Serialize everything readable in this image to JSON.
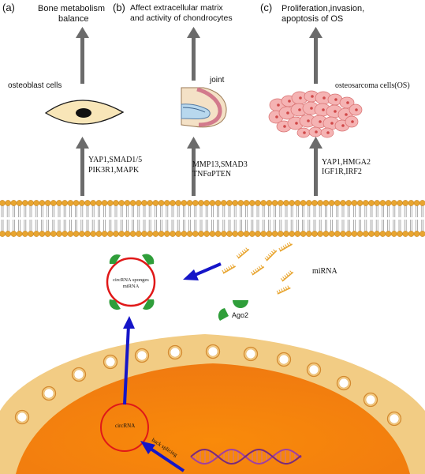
{
  "panels": [
    {
      "letter": "(a)",
      "heading_lines": [
        "Bone metabolism",
        "balance"
      ],
      "cell_label": "osteoblast cells",
      "gene_lines": [
        "YAP1,SMAD1/5",
        "PIK3R1,MAPK"
      ]
    },
    {
      "letter": "(b)",
      "heading_lines": [
        "Affect extracellular matrix",
        "and activity of chondrocytes"
      ],
      "cell_label": "joint",
      "gene_lines": [
        "MMP13,SMAD3",
        "TNFαPTEN"
      ]
    },
    {
      "letter": "(c)",
      "heading_lines": [
        "Proliferation,invasion,",
        "apoptosis of OS"
      ],
      "cell_label": "osteosarcoma cells(OS)",
      "gene_lines": [
        "YAP1,HMGA2",
        "IGF1R,IRF2"
      ]
    }
  ],
  "sponge": {
    "label_lines": [
      "circRNA sponges",
      "miRNA"
    ]
  },
  "mirna_label": "miRNA",
  "ago2_label": "Ago2",
  "circrna_label": "circRNA",
  "back_splicing_label": "back splicing",
  "colors": {
    "arrow_gray": "#6b6b6b",
    "arrow_blue": "#1515c8",
    "membrane_head": "#e8a530",
    "circle_red": "#e01818",
    "ago2_green": "#2f9e3a",
    "nucleus_orange": "#f58a12",
    "envelope_tan": "#f2cc84",
    "dna_purple": "#a040a0"
  }
}
